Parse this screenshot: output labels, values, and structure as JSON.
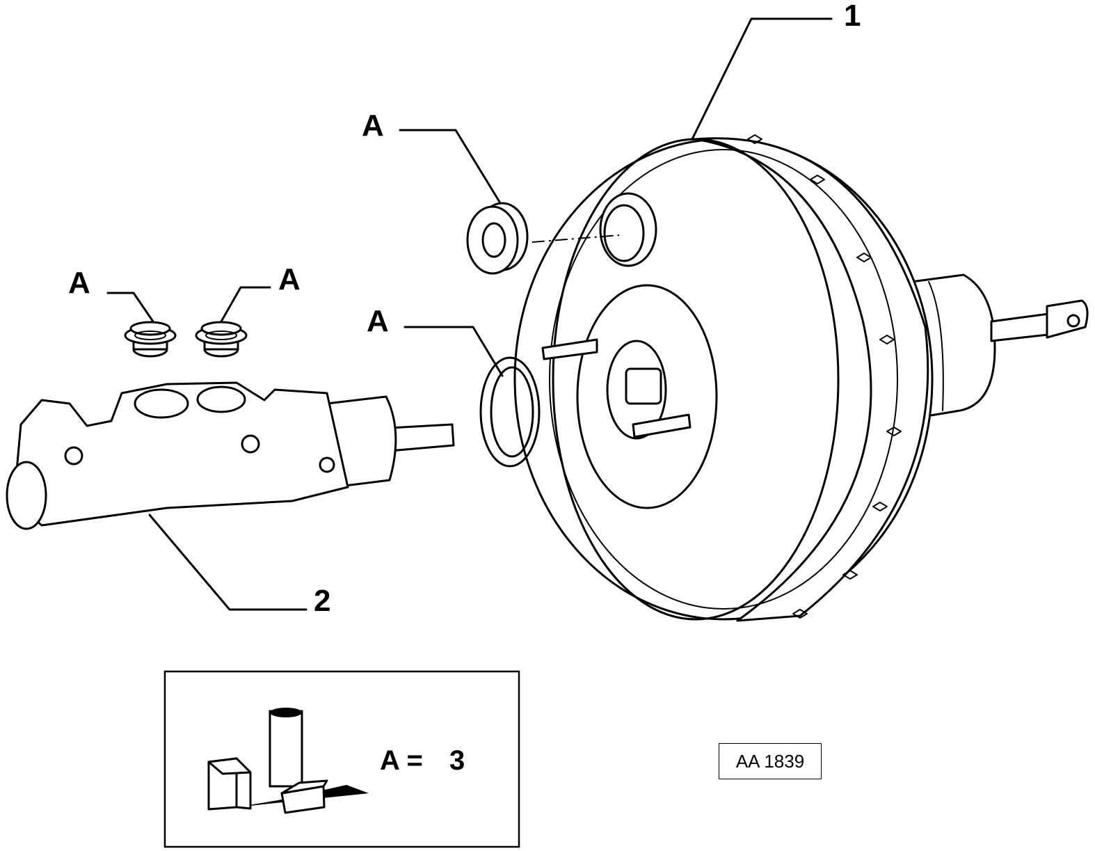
{
  "callouts": {
    "part_1": "1",
    "part_2": "2",
    "seal_a_top": "A",
    "seal_a_ring": "A",
    "seal_a_left": "A",
    "seal_a_right": "A"
  },
  "kit": {
    "label": "A =",
    "quantity": "3"
  },
  "reference": "AA 1839",
  "colors": {
    "ink": "#000000",
    "paper": "#ffffff"
  }
}
